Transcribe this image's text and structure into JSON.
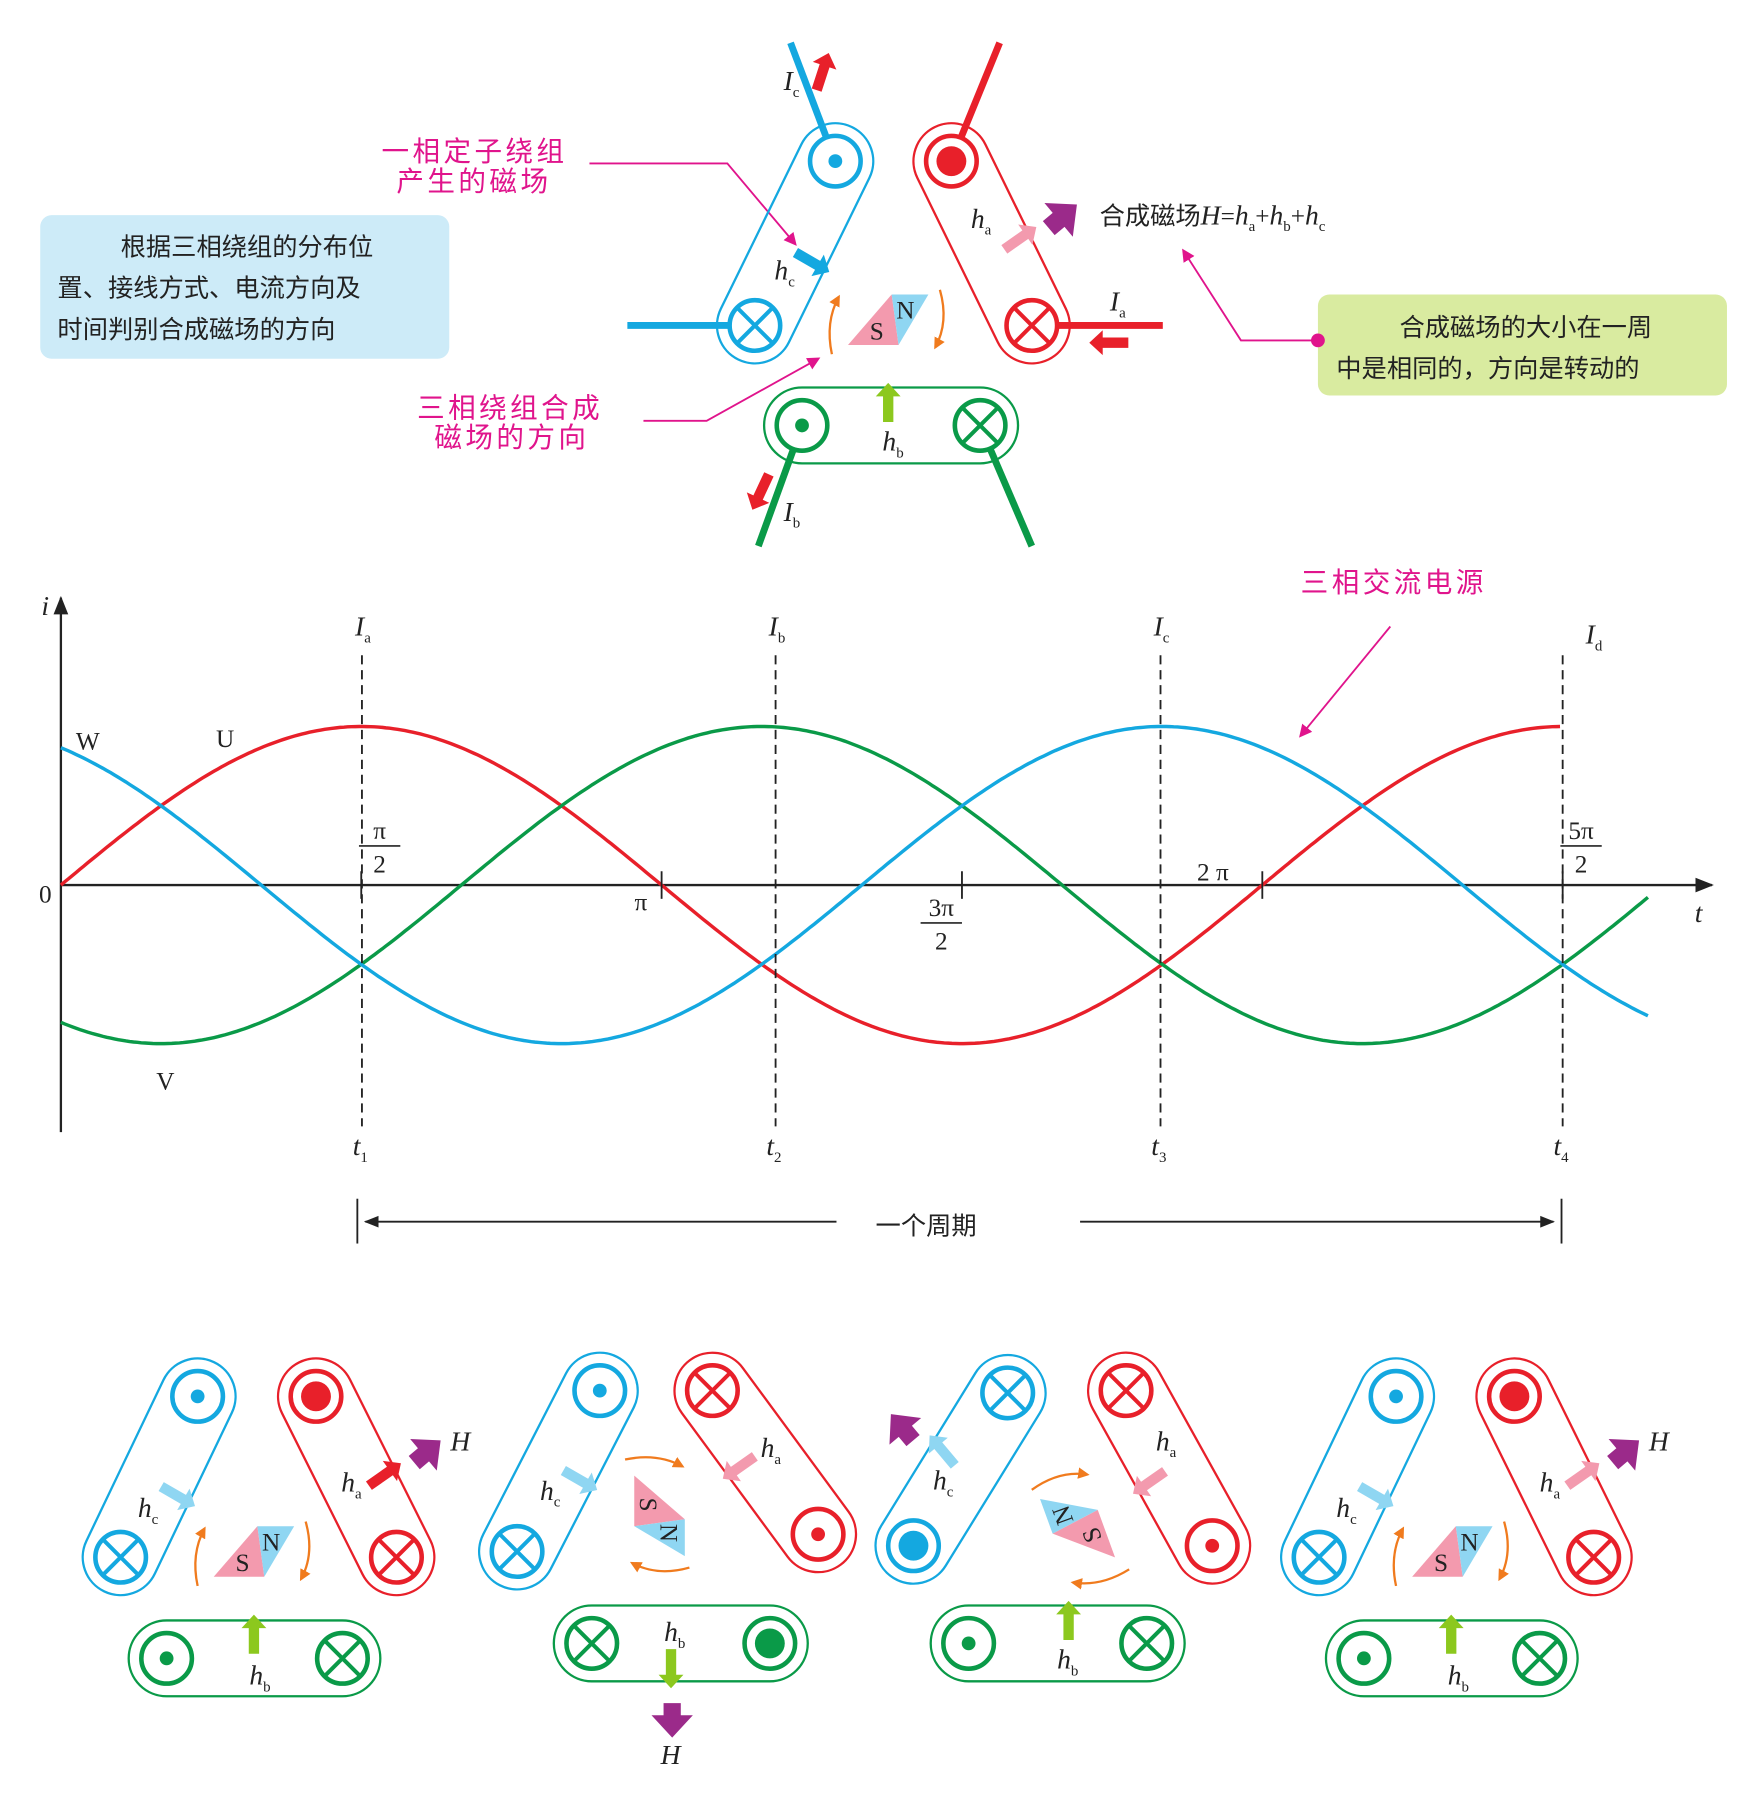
{
  "colors": {
    "red": "#e8202a",
    "blue": "#14a8e0",
    "green": "#0a9a48",
    "magenta": "#e0148c",
    "purple": "#9b2a8a",
    "pink": "#f39aae",
    "light_blue": "#8fd6f2",
    "lime": "#8cc81e",
    "orange": "#f07b1e",
    "info_bg": "#cdebf8",
    "note_bg": "#d9eba0"
  },
  "top": {
    "label_winding_field": [
      "一相定子绕组",
      "产生的磁场"
    ],
    "label_combined_direction": [
      "三相绕组合成",
      "磁场的方向"
    ],
    "info_box": [
      "根据三相绕组的分布位",
      "置、接线方式、电流方向及",
      "时间判别合成磁场的方向"
    ],
    "note_box": [
      "合成磁场的大小在一周",
      "中是相同的，方向是转动的"
    ],
    "formula": {
      "prefix": "合成磁场",
      "H": "H",
      "eq": "=",
      "h": "h",
      "plus": "+",
      "a": "a",
      "b": "b",
      "c": "c"
    },
    "current_I": "I",
    "field_h": "h",
    "sub_a": "a",
    "sub_b": "b",
    "sub_c": "c",
    "conductors": {
      "blue": [
        "dot",
        "cross"
      ],
      "red": [
        "bigdot",
        "cross"
      ],
      "green": [
        "dot",
        "cross"
      ]
    }
  },
  "magnet": {
    "s": "S",
    "n": "N"
  },
  "chart_data": {
    "type": "line",
    "title": "三相交流电源",
    "xlabel": "t",
    "ylabel": "i",
    "origin_label": "0",
    "x_unit": "rad",
    "x_ticks": [
      {
        "value": 1.5708,
        "num": "π",
        "den": "2"
      },
      {
        "value": 3.1416,
        "label": "π"
      },
      {
        "value": 4.7124,
        "num": "3π",
        "den": "2"
      },
      {
        "value": 6.2832,
        "label": "2 π"
      },
      {
        "value": 7.854,
        "num": "5π",
        "den": "2"
      }
    ],
    "series": [
      {
        "name": "U",
        "color": "#e8202a",
        "amplitude": 1,
        "phase_deg": 0,
        "x_range": [
          0,
          7.854
        ]
      },
      {
        "name": "V",
        "color": "#0a9a48",
        "amplitude": 1,
        "phase_deg": -120,
        "x_range": [
          0,
          8.3
        ]
      },
      {
        "name": "W",
        "color": "#14a8e0",
        "amplitude": 1,
        "phase_deg": 120,
        "x_range": [
          0,
          8.3
        ]
      }
    ],
    "instants": [
      {
        "t_label": "t",
        "t_sub": "1",
        "I_label": "I",
        "I_sub": "a",
        "x": 1.5708
      },
      {
        "t_label": "t",
        "t_sub": "2",
        "I_label": "I",
        "I_sub": "b",
        "x": 3.7
      },
      {
        "t_label": "t",
        "t_sub": "3",
        "I_label": "I",
        "I_sub": "c",
        "x": 5.7
      },
      {
        "t_label": "t",
        "t_sub": "4",
        "I_label": "I",
        "I_sub": "d",
        "x": 7.854
      }
    ],
    "period_label": "一个周期",
    "ylim": [
      -1.15,
      1.15
    ],
    "xlim": [
      0,
      8.6
    ]
  },
  "panels": [
    {
      "blue": [
        "dot",
        "cross"
      ],
      "red": [
        "bigdot",
        "cross"
      ],
      "green": [
        "dot",
        "cross"
      ],
      "H": "H",
      "H_direction": "up-right"
    },
    {
      "blue": [
        "dot",
        "cross"
      ],
      "red": [
        "cross",
        "dot"
      ],
      "green": [
        "cross",
        "bigdot"
      ],
      "H": "H",
      "H_direction": "down"
    },
    {
      "blue": [
        "cross",
        "bigdot"
      ],
      "red": [
        "cross",
        "dot"
      ],
      "green": [
        "dot",
        "cross"
      ],
      "H": "",
      "H_direction": "up-left"
    },
    {
      "blue": [
        "dot",
        "cross"
      ],
      "red": [
        "bigdot",
        "cross"
      ],
      "green": [
        "dot",
        "cross"
      ],
      "H": "H",
      "H_direction": "up-right"
    }
  ]
}
